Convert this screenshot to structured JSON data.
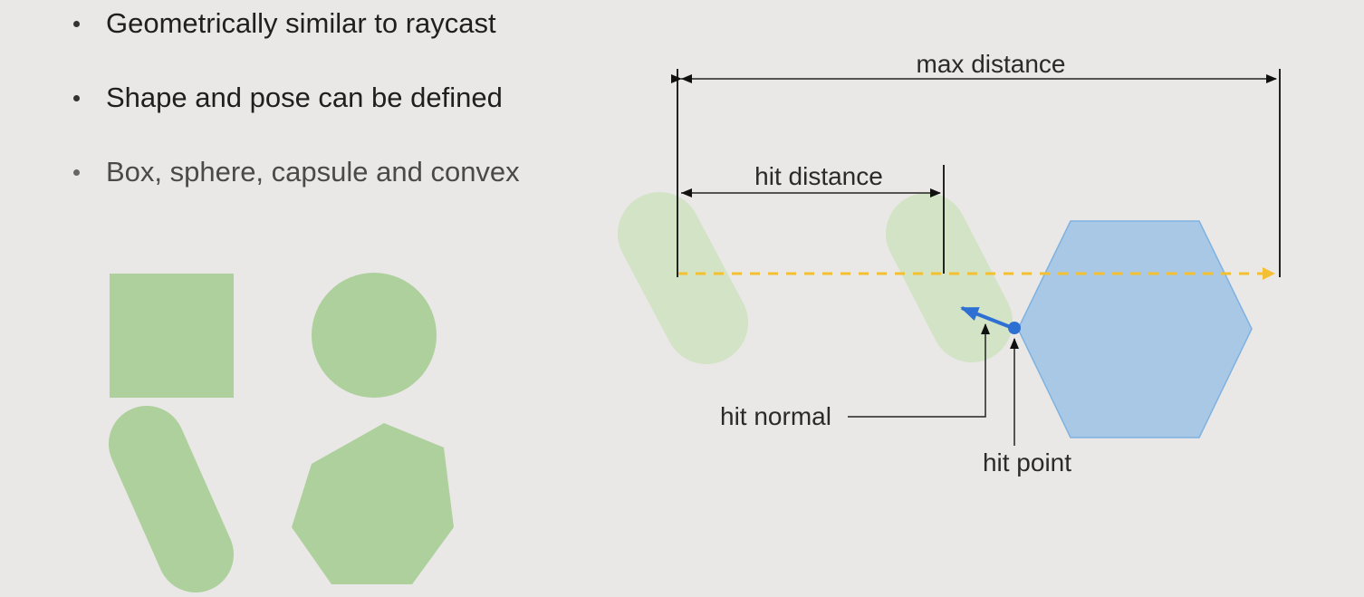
{
  "slide": {
    "bullets": [
      "Geometrically similar to raycast",
      "Shape and pose can be defined",
      "Box, sphere, capsule and convex"
    ]
  },
  "diagram": {
    "labels": {
      "max_distance": "max distance",
      "hit_distance": "hit distance",
      "hit_normal": "hit normal",
      "hit_point": "hit point"
    }
  },
  "colors": {
    "background": "#e9e8e6",
    "shape_green": "#aed09c",
    "ghost_green": "#d3e3c6",
    "hexagon_blue": "#a9c8e6",
    "ray_yellow": "#f3c033",
    "normal_blue": "#2e6fd3"
  }
}
